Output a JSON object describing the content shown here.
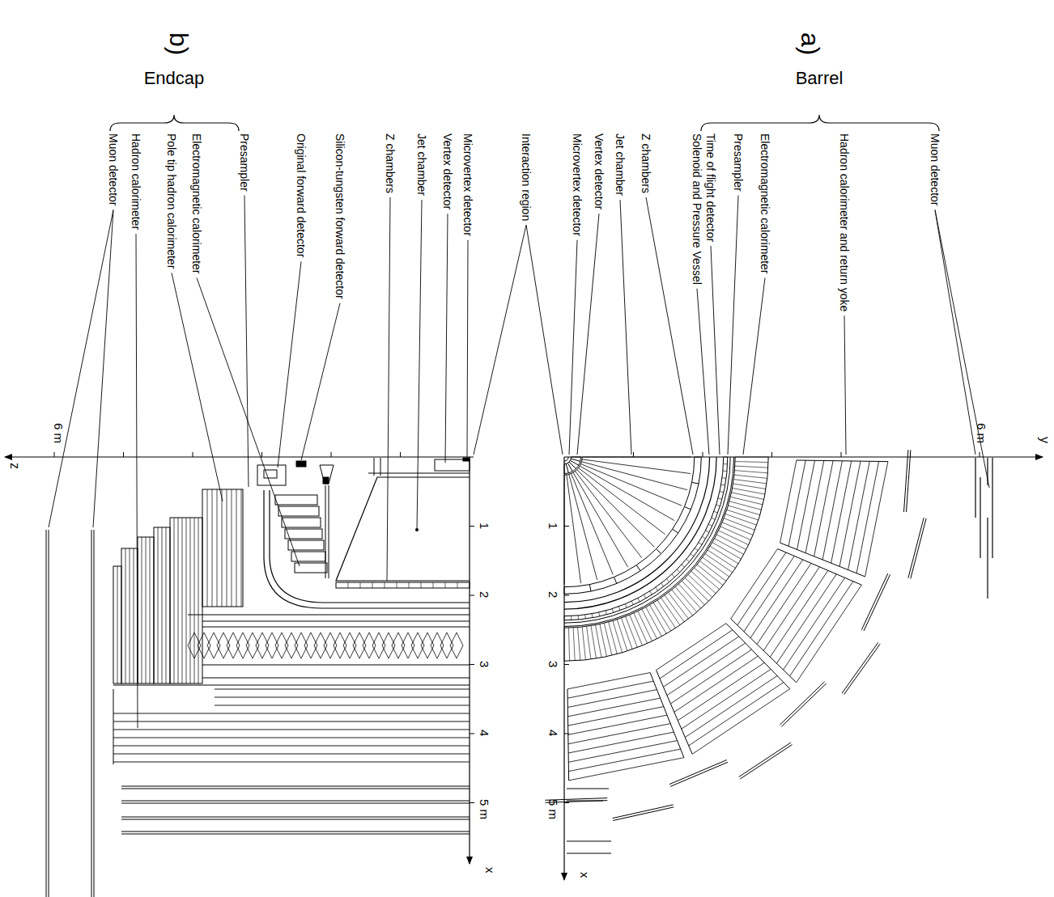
{
  "diagram": {
    "labels": [
      "a)",
      "b)",
      "Barrel",
      "Endcap",
      "Muon detector",
      "Hadron calorimeter and return yoke",
      "Electromagnetic calorimeter",
      "Presampler",
      "Time of flight detector",
      "Solenoid and Pressure Vessel",
      "Z chambers",
      "Jet chamber",
      "Vertex detector",
      "Microvertex detector",
      "Interaction region",
      "Microvertex detector",
      "Vertex detector",
      "Jet chamber",
      "Z chambers",
      "Silicon-tungsten forward detector",
      "Original forward detector",
      "Presampler",
      "Electromagnetic calorimeter",
      "Pole tip hadron calorimeter",
      "Hadron calorimeter",
      "Muon detector",
      "y",
      "6 m",
      "1",
      "2",
      "3",
      "4",
      "5 m",
      "x",
      "z",
      "6 m",
      "1",
      "2",
      "3",
      "4",
      "5 m",
      "x"
    ]
  }
}
